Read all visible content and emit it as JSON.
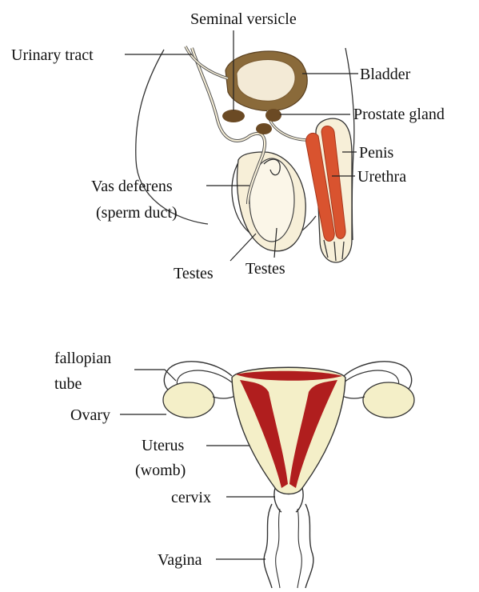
{
  "male_diagram": {
    "labels": {
      "seminal_vesicle": "Seminal versicle",
      "urinary_tract": "Urinary tract",
      "bladder": "Bladder",
      "prostate_gland": "Prostate gland",
      "penis": "Penis",
      "urethra": "Urethra",
      "vas_deferens_line1": "Vas deferens",
      "vas_deferens_line2": "(sperm duct)",
      "testes_left": "Testes",
      "testes_right": "Testes"
    },
    "colors": {
      "bladder_wall": "#8a6a3a",
      "bladder_inner": "#f3ead6",
      "erectile_tissue": "#d9532f",
      "skin": "#f7efd8",
      "gland": "#6b4a24"
    }
  },
  "female_diagram": {
    "labels": {
      "fallopian_line1": "fallopian",
      "fallopian_line2": "tube",
      "ovary": "Ovary",
      "uterus_line1": "Uterus",
      "uterus_line2": "(womb)",
      "cervix": "cervix",
      "vagina": "Vagina"
    },
    "colors": {
      "uterus_fill": "#f4efc8",
      "lining": "#b01e1e"
    }
  }
}
